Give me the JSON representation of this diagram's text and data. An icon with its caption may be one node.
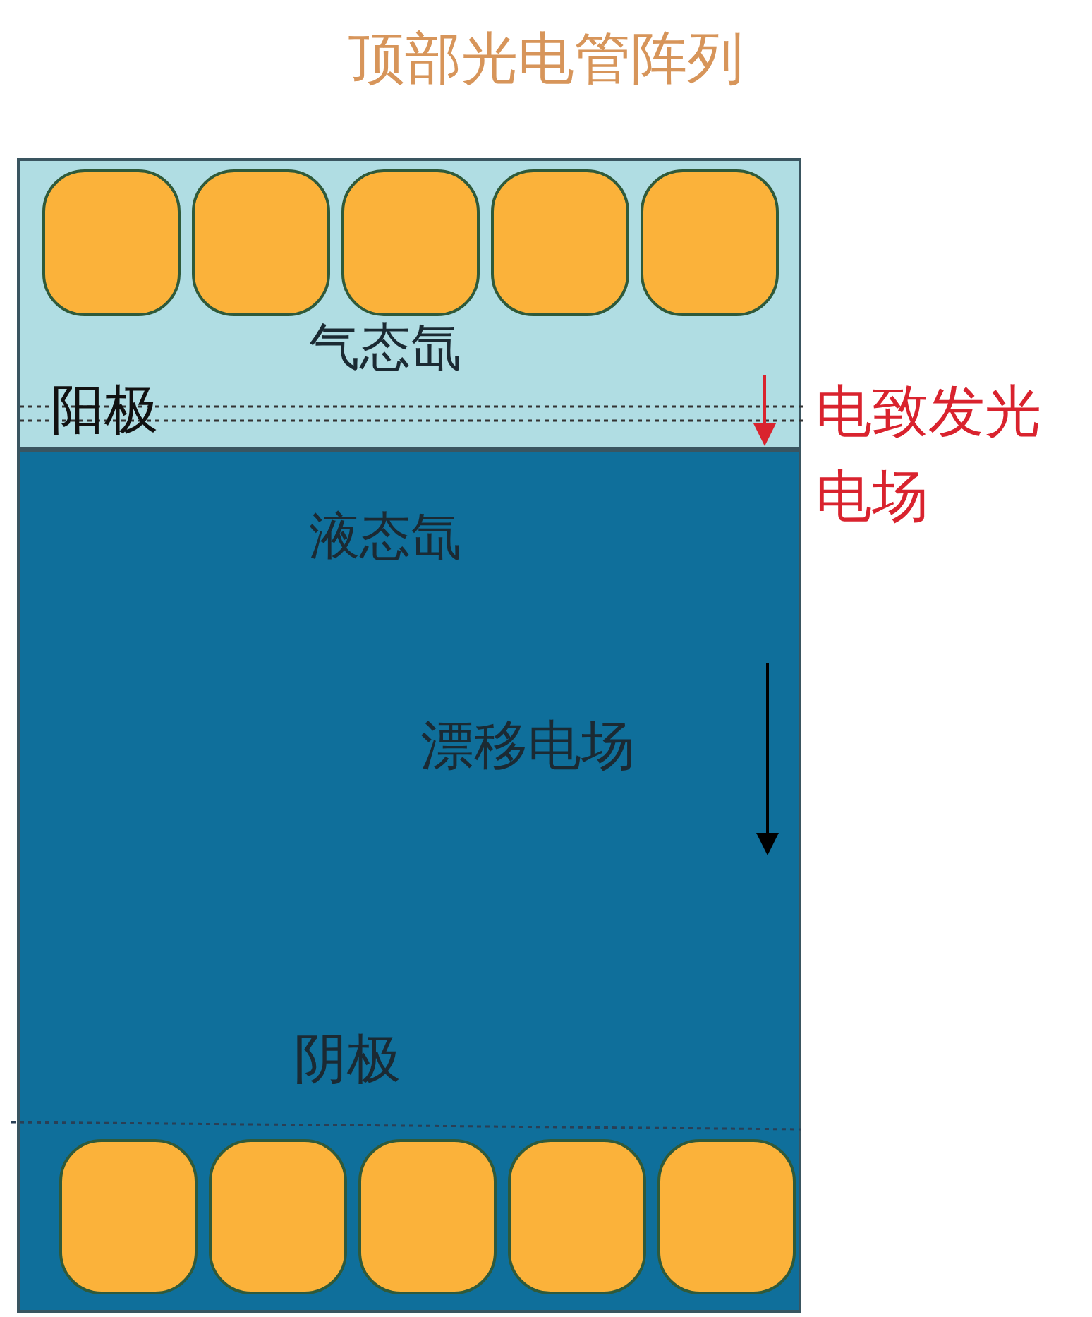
{
  "diagram": {
    "title": "顶部光电管阵列",
    "nodes": [
      {
        "text": [
          "气态氙"
        ]
      },
      {
        "text": [
          "液态氙"
        ]
      },
      {
        "text": [],
        "shape": "box",
        "in": 0
      },
      {
        "text": [],
        "shape": "box",
        "in": 0
      },
      {
        "text": [],
        "shape": "box",
        "in": 0
      },
      {
        "text": [],
        "shape": "box",
        "in": 0
      },
      {
        "text": [],
        "shape": "box",
        "in": 0
      },
      {
        "text": [],
        "shape": "box",
        "in": 1
      },
      {
        "text": [],
        "shape": "box",
        "in": 1
      },
      {
        "text": [],
        "shape": "box",
        "in": 1
      },
      {
        "text": [],
        "shape": "box",
        "in": 1
      },
      {
        "text": [],
        "shape": "box",
        "in": 1
      }
    ],
    "labels": [
      "阳极",
      "电致发光电场",
      "漂移电场",
      "阴极"
    ]
  }
}
